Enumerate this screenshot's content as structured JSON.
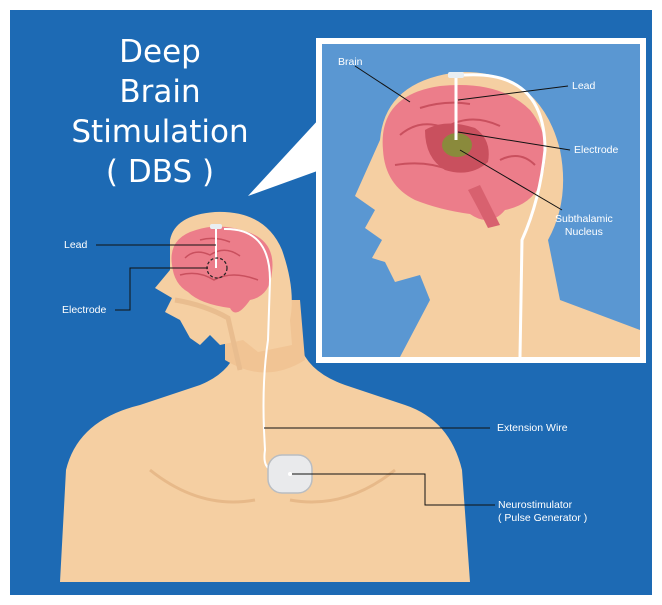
{
  "title": {
    "lines": [
      "Deep",
      "Brain",
      "Stimulation",
      "( DBS )"
    ]
  },
  "labels": {
    "lead": "Lead",
    "electrode": "Electrode",
    "extension_wire": "Extension Wire",
    "neurostimulator": "Neurostimulator",
    "pulse_generator": "( Pulse Generator )"
  },
  "inset_labels": {
    "brain": "Brain",
    "lead": "Lead",
    "electrode": "Electrode",
    "subthalamic_line1": "Subthalamic",
    "subthalamic_line2": "Nucleus"
  },
  "colors": {
    "background": "#1d6ab4",
    "inset_background": "#5a97d2",
    "skin": "#f5cfa2",
    "skin_shadow": "#e7b989",
    "brain": "#ec7d8a",
    "brain_dark": "#c9505e",
    "nucleus": "#8a8a3c"
  }
}
